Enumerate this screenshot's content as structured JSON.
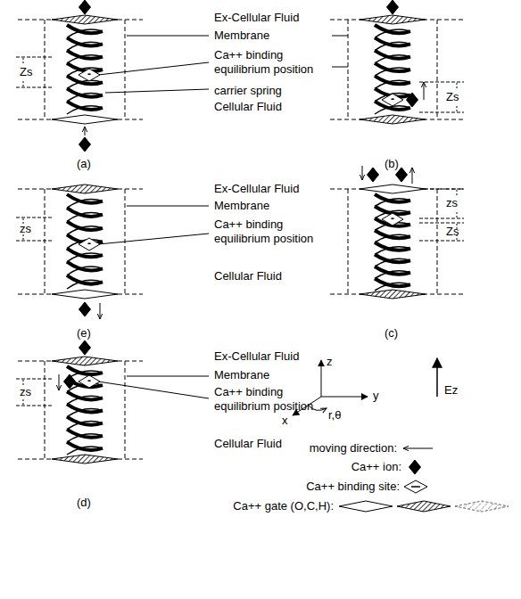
{
  "diagram": {
    "nodes": [
      {
        "text": [
          "-"
        ]
      },
      {
        "text": [
          "-"
        ]
      },
      {
        "text": [
          "-"
        ]
      },
      {
        "text": [
          "-"
        ]
      },
      {
        "text": [
          "-"
        ]
      }
    ],
    "labels": [
      "Ex-Cellular Fluid",
      "Membrane",
      "Zs",
      "Ca++ binding equilibrium position",
      "carrier spring",
      "Cellular Fluid",
      "(a)",
      "Zs",
      "(b)",
      "Ex-Cellular Fluid",
      "Membrane",
      "zs",
      "Ca++ binding equilibrium position",
      "Cellular Fluid",
      "(e)",
      "zs",
      "Zs",
      "(c)",
      "Ex-Cellular Fluid",
      "Membrane",
      "zs",
      "Ca++ binding equilibrium position",
      "Cellular Fluid",
      "(d)",
      "z",
      "y",
      "x",
      "r,θ",
      "Ez"
    ],
    "legend": [
      {
        "text": "moving direction:"
      },
      {
        "text": "Ca++ ion:"
      },
      {
        "text": "Ca++ binding site:"
      },
      {
        "text": "Ca++ gate (O,C,H):"
      }
    ]
  }
}
